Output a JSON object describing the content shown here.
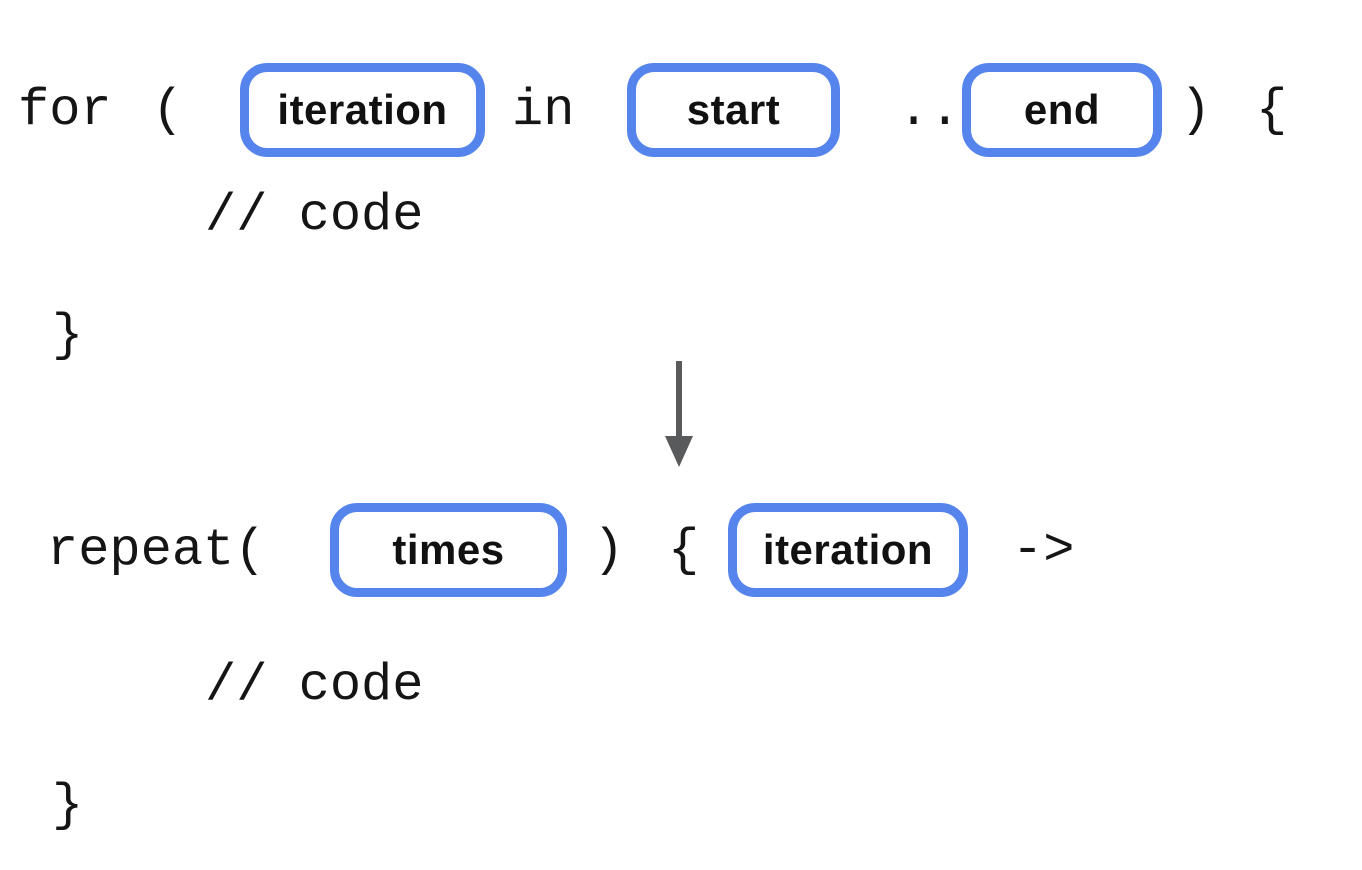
{
  "colors": {
    "box_border": "#5585EC",
    "box_background": "#ffffff",
    "code_text": "#151515",
    "label_text": "#111111",
    "arrow": "#595A5C",
    "page_background": "#ffffff"
  },
  "before_snippet": {
    "keyword": "for",
    "open_paren": "(",
    "in_keyword": "in",
    "range_operator": "..",
    "close_paren": ")",
    "open_brace": "{",
    "slots": {
      "iteration": "iteration",
      "start": "start",
      "end": "end"
    },
    "body_comment": "// code",
    "close_brace": "}"
  },
  "transform_arrow": {
    "direction": "down"
  },
  "after_snippet": {
    "call": "repeat(",
    "close_paren": ")",
    "open_brace": "{",
    "lambda_arrow": "->",
    "slots": {
      "times": "times",
      "iteration": "iteration"
    },
    "body_comment": "// code",
    "close_brace": "}"
  }
}
